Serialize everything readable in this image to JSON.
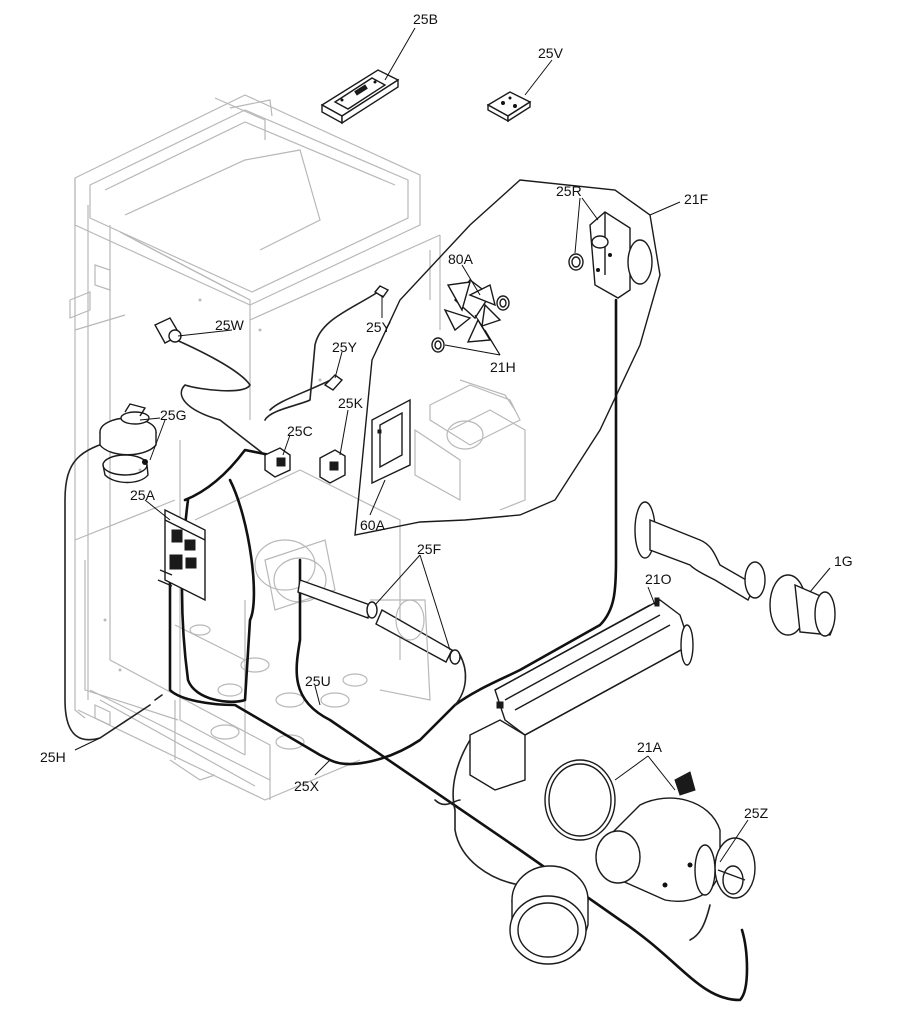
{
  "labels": {
    "l25B": "25B",
    "l25V": "25V",
    "l21F": "21F",
    "l25R": "25R",
    "l80A": "80A",
    "l21H": "21H",
    "l25Y_top": "25Y",
    "l25Y_mid": "25Y",
    "l25W": "25W",
    "l25G": "25G",
    "l25K": "25K",
    "l25C": "25C",
    "l25A": "25A",
    "l60A": "60A",
    "l25F": "25F",
    "l1G": "1G",
    "l21O": "21O",
    "l25U": "25U",
    "l25H": "25H",
    "l25X": "25X",
    "l21A": "21A",
    "l25Z": "25Z"
  }
}
